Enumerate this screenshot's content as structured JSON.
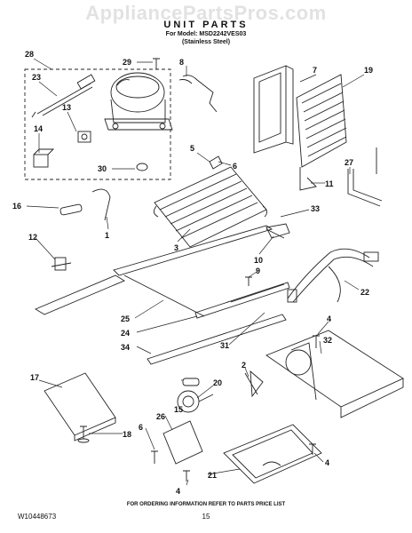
{
  "watermark": "AppliancePartsPros.com",
  "title": "UNIT PARTS",
  "model_line": "For Model: MSD2242VES03",
  "finish_line": "(Stainless Steel)",
  "footer_note": "FOR ORDERING INFORMATION REFER TO PARTS PRICE LIST",
  "doc_number": "W10448673",
  "page_number": "15",
  "callouts": [
    {
      "id": "28",
      "text": "28"
    },
    {
      "id": "29",
      "text": "29"
    },
    {
      "id": "8",
      "text": "8"
    },
    {
      "id": "7",
      "text": "7"
    },
    {
      "id": "19",
      "text": "19"
    },
    {
      "id": "23",
      "text": "23"
    },
    {
      "id": "13",
      "text": "13"
    },
    {
      "id": "14",
      "text": "14"
    },
    {
      "id": "30",
      "text": "30"
    },
    {
      "id": "5",
      "text": "5"
    },
    {
      "id": "6a",
      "text": "6"
    },
    {
      "id": "27",
      "text": "27"
    },
    {
      "id": "11",
      "text": "11"
    },
    {
      "id": "16",
      "text": "16"
    },
    {
      "id": "33",
      "text": "33"
    },
    {
      "id": "1",
      "text": "1"
    },
    {
      "id": "3",
      "text": "3"
    },
    {
      "id": "12",
      "text": "12"
    },
    {
      "id": "10",
      "text": "10"
    },
    {
      "id": "9",
      "text": "9"
    },
    {
      "id": "22",
      "text": "22"
    },
    {
      "id": "25",
      "text": "25"
    },
    {
      "id": "24",
      "text": "24"
    },
    {
      "id": "34",
      "text": "34"
    },
    {
      "id": "31",
      "text": "31"
    },
    {
      "id": "4a",
      "text": "4"
    },
    {
      "id": "32",
      "text": "32"
    },
    {
      "id": "2",
      "text": "2"
    },
    {
      "id": "17",
      "text": "17"
    },
    {
      "id": "20",
      "text": "20"
    },
    {
      "id": "15",
      "text": "15"
    },
    {
      "id": "26",
      "text": "26"
    },
    {
      "id": "6b",
      "text": "6"
    },
    {
      "id": "18",
      "text": "18"
    },
    {
      "id": "21",
      "text": "21"
    },
    {
      "id": "4b",
      "text": "4"
    },
    {
      "id": "4c",
      "text": "4"
    }
  ]
}
